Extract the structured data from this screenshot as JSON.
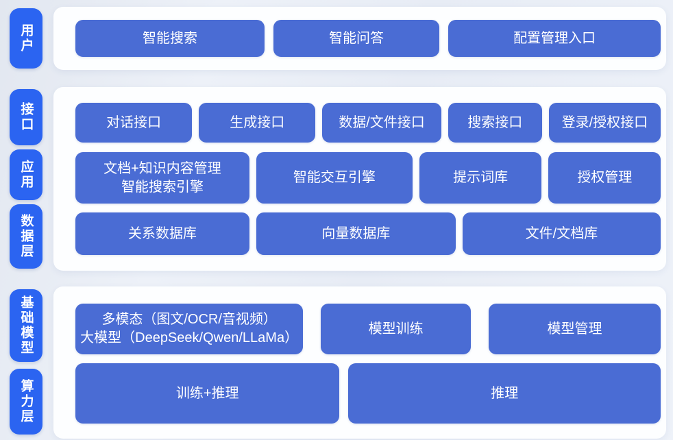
{
  "diagram": {
    "colors": {
      "background": "#e9eef7",
      "panel": "#fdfeff",
      "tab_blue": "#2b64f1",
      "box_blue": "#4a6cd4",
      "text": "#ffffff"
    },
    "sections": [
      {
        "tabs": [
          {
            "label": "用户"
          }
        ],
        "rows": [
          {
            "buttons": [
              {
                "label": "智能搜索"
              },
              {
                "label": "智能问答"
              },
              {
                "label": "配置管理入口"
              }
            ]
          }
        ]
      },
      {
        "tabs": [
          {
            "label": "接口"
          },
          {
            "label": "应用"
          },
          {
            "label": "数据层"
          }
        ],
        "rows": [
          {
            "buttons": [
              {
                "label": "对话接口"
              },
              {
                "label": "生成接口"
              },
              {
                "label": "数据/文件接口"
              },
              {
                "label": "搜索接口"
              },
              {
                "label": "登录/授权接口"
              }
            ]
          },
          {
            "buttons": [
              {
                "label": "文档+知识内容管理\n智能搜索引擎"
              },
              {
                "label": "智能交互引擎"
              },
              {
                "label": "提示词库"
              },
              {
                "label": "授权管理"
              }
            ]
          },
          {
            "buttons": [
              {
                "label": "关系数据库"
              },
              {
                "label": "向量数据库"
              },
              {
                "label": "文件/文档库"
              }
            ]
          }
        ]
      },
      {
        "tabs": [
          {
            "label": "基础模型"
          },
          {
            "label": "算力层"
          }
        ],
        "rows": [
          {
            "buttons": [
              {
                "label": "多模态（图文/OCR/音视频）\n大模型（DeepSeek/Qwen/LLaMa）"
              },
              {
                "label": "模型训练"
              },
              {
                "label": "模型管理"
              }
            ]
          },
          {
            "buttons": [
              {
                "label": "训练+推理"
              },
              {
                "label": "推理"
              }
            ]
          }
        ]
      }
    ]
  }
}
